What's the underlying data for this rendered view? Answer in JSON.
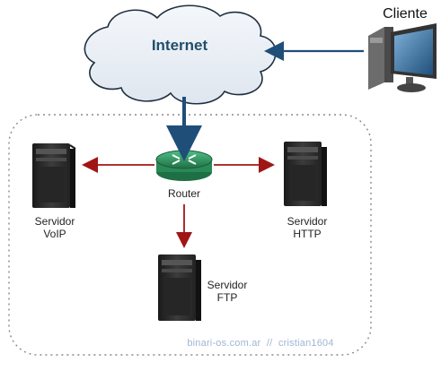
{
  "nodes": {
    "internet": {
      "label": "Internet"
    },
    "client": {
      "label": "Cliente"
    },
    "router": {
      "label": "Router"
    },
    "voip": {
      "label": "Servidor\nVoIP",
      "lines": [
        "Servidor",
        "VoIP"
      ]
    },
    "http": {
      "label": "Servidor\nHTTP",
      "lines": [
        "Servidor",
        "HTTP"
      ]
    },
    "ftp": {
      "label": "Servidor\nFTP",
      "lines": [
        "Servidor",
        "FTP"
      ]
    }
  },
  "edges": [
    {
      "from": "client",
      "to": "internet",
      "color": "#1f4e79"
    },
    {
      "from": "internet",
      "to": "router",
      "color": "#1f4e79"
    },
    {
      "from": "router",
      "to": "voip",
      "color": "#a01616"
    },
    {
      "from": "router",
      "to": "http",
      "color": "#a01616"
    },
    {
      "from": "router",
      "to": "ftp",
      "color": "#a01616"
    }
  ],
  "watermark": "binari-os.com.ar  //  cristian1604",
  "colors": {
    "network_link": "#1f4e79",
    "lan_link": "#a01616",
    "router": "#2e8b57",
    "server": "#2b2b2b",
    "cloud_fill": "#e8eef5",
    "lan_border": "#8a8a8a"
  }
}
